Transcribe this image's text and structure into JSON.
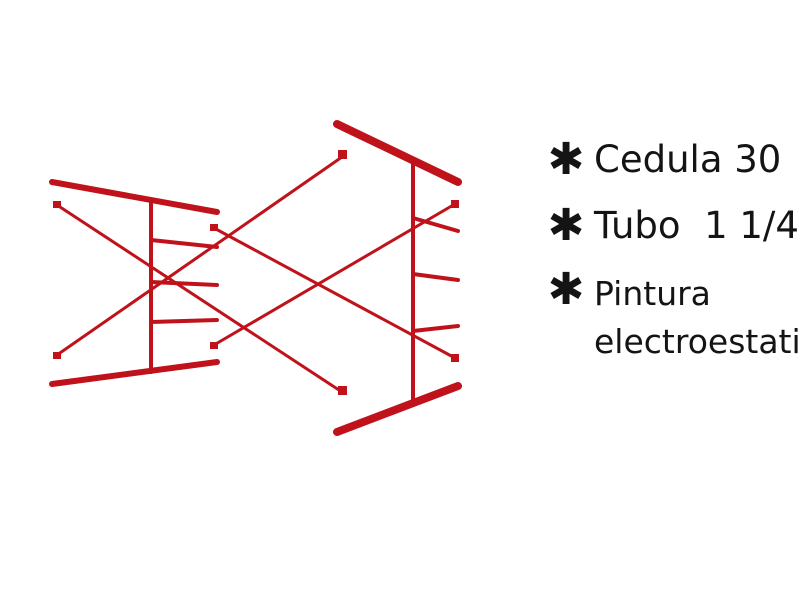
{
  "specs": [
    {
      "bullet": "✱",
      "text": "Cedula 30"
    },
    {
      "bullet": "✱",
      "text": "Tubo  1 1/4"
    },
    {
      "bullet": "✱",
      "line1": "Pintura",
      "line2": "electroestatica"
    }
  ],
  "colors": {
    "frame": "#c0121a",
    "frame_dark": "#8d0a10",
    "text": "#141414",
    "background": "#ffffff"
  },
  "illustration": {
    "name": "scaffold-frames",
    "frame_count": 2,
    "cross_braces": 2,
    "rungs_left_frame": 5,
    "rungs_right_frame": 5
  }
}
